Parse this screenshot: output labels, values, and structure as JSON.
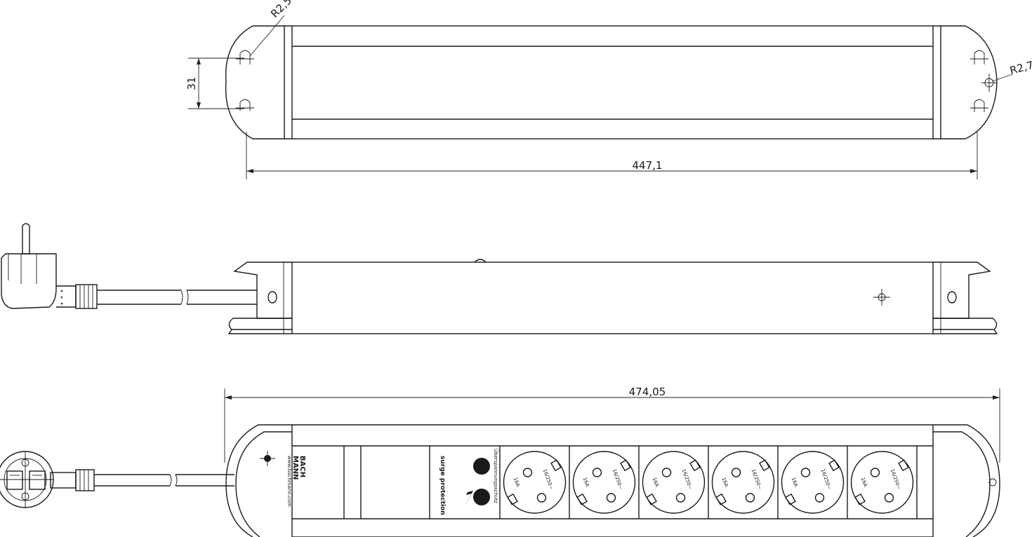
{
  "top_view": {
    "length_dim": "447,1",
    "hole_spacing_dim": "31",
    "radius_left": "R2,5",
    "radius_right": "R2,7"
  },
  "front_view": {
    "length_dim": "474,05",
    "brand_line1": "BACH",
    "brand_line2": "MANN",
    "website": "www.bachmann.com",
    "surge_label": "surge protection",
    "overvoltage_label": "Überspannungsschutz",
    "socket_rating": "16/250~",
    "socket_current": "16A",
    "socket_count": 6
  }
}
